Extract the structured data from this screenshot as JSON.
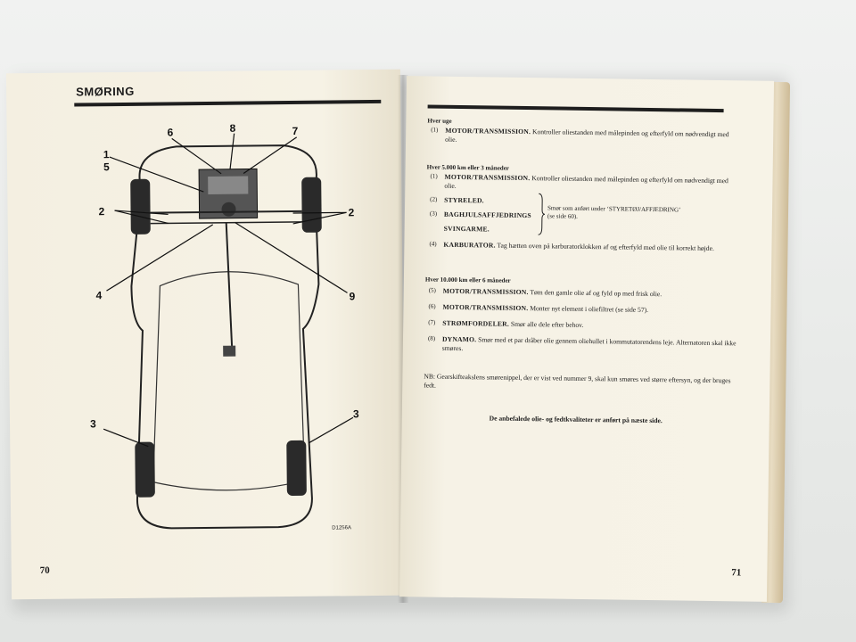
{
  "left_page": {
    "section_title": "SMØRING",
    "page_number": "70",
    "diagram_code": "D1256A",
    "callouts": [
      "1",
      "5",
      "6",
      "8",
      "7",
      "2",
      "2",
      "4",
      "9",
      "3",
      "3"
    ]
  },
  "right_page": {
    "page_number": "71",
    "groups": [
      {
        "header": "Hver uge",
        "items": [
          {
            "num": "(1)",
            "title": "MOTOR/TRANSMISSION.",
            "text": "Kontroller oliestanden med målepinden og efterfyld om nødvendigt med olie."
          }
        ]
      },
      {
        "header": "Hver 5.000 km eller 3 måneder",
        "items": [
          {
            "num": "(1)",
            "title": "MOTOR/TRANSMISSION.",
            "text": "Kontroller oliestanden med målepinden og efterfyld om nødvendigt med olie."
          },
          {
            "num": "(2)",
            "title": "STYRELED.",
            "text": ""
          },
          {
            "num": "(3)",
            "title": "BAGHJULSAFFJEDRINGS",
            "text": ""
          },
          {
            "num": "",
            "title": "SVINGARME.",
            "text": ""
          },
          {
            "num": "(4)",
            "title": "KARBURATOR.",
            "text": "Tag hætten oven på karburatorklokken af og efterfyld med olie til korrekt højde."
          }
        ],
        "brace_note_line1": "Smør som anført under ‘STYRETØJ/AFFJEDRING’",
        "brace_note_line2": "(se side 60)."
      },
      {
        "header": "Hver 10.000 km eller 6 måneder",
        "items": [
          {
            "num": "(5)",
            "title": "MOTOR/TRANSMISSION.",
            "text": "Tøm den gamle olie af og fyld op med frisk olie."
          },
          {
            "num": "(6)",
            "title": "MOTOR/TRANSMISSION.",
            "text": "Monter nyt element i oliefiltret (se side 57)."
          },
          {
            "num": "(7)",
            "title": "STRØMFORDELER.",
            "text": "Smør alle dele efter behov."
          },
          {
            "num": "(8)",
            "title": "DYNAMO.",
            "text": "Smør med et par dråber olie gennem oliehullet i kommutatorendens leje. Alternatoren skal ikke smøres."
          }
        ]
      }
    ],
    "note": "NB: Gearskifteakslens smørenippel, der er vist ved nummer 9, skal kun smøres ved større eftersyn, og der bruges fedt.",
    "footer_bold": "De anbefalede olie- og fedtkvaliteter er anført på næste side."
  },
  "colors": {
    "paper": "#f6f1e3",
    "ink": "#1b1b1b",
    "background": "#e9ebe9"
  }
}
